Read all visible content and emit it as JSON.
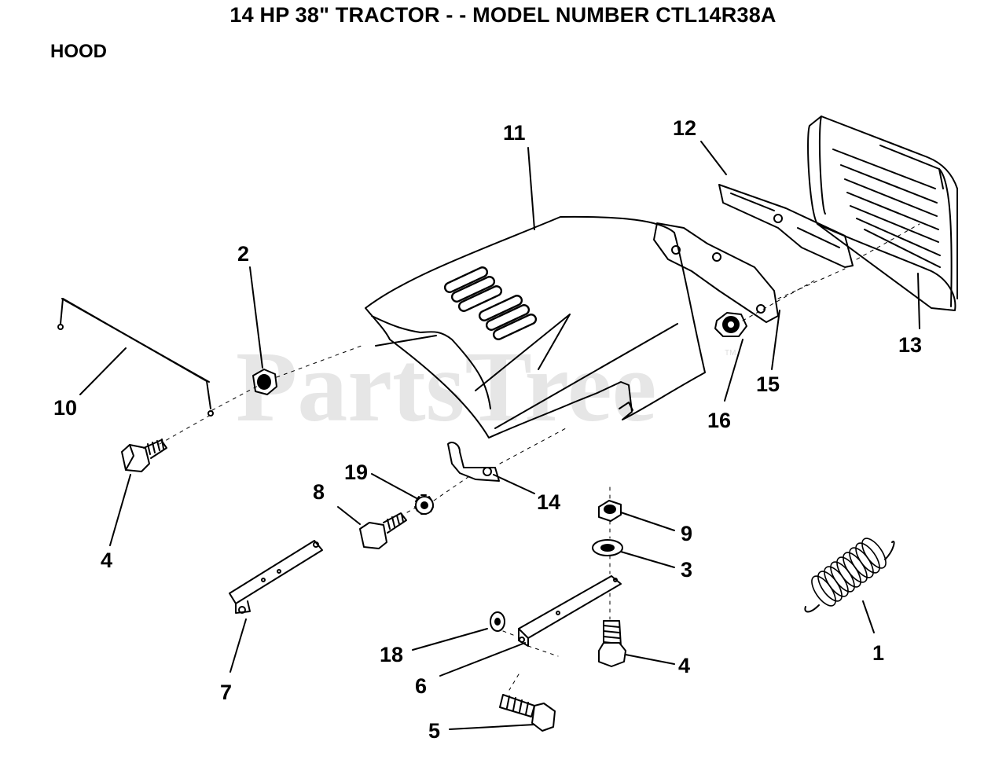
{
  "header": {
    "title": "14 HP 38\" TRACTOR - - MODEL NUMBER CTL14R38A",
    "section": "HOOD"
  },
  "watermark": {
    "text": "PartsTree",
    "tm": "TM"
  },
  "callouts": [
    {
      "number": "1",
      "part": "spring-icon"
    },
    {
      "number": "2",
      "part": "nut-icon"
    },
    {
      "number": "3",
      "part": "washer-icon"
    },
    {
      "number": "4",
      "part": "bolt-icon"
    },
    {
      "number": "4",
      "part": "bolt-icon"
    },
    {
      "number": "5",
      "part": "bolt-icon"
    },
    {
      "number": "6",
      "part": "bracket-icon"
    },
    {
      "number": "7",
      "part": "bracket-icon"
    },
    {
      "number": "8",
      "part": "bolt-icon"
    },
    {
      "number": "9",
      "part": "nut-icon"
    },
    {
      "number": "10",
      "part": "rod-icon"
    },
    {
      "number": "11",
      "part": "hood-icon"
    },
    {
      "number": "12",
      "part": "bracket-icon"
    },
    {
      "number": "13",
      "part": "grille-icon"
    },
    {
      "number": "14",
      "part": "clip-icon"
    },
    {
      "number": "15",
      "part": "bracket-icon"
    },
    {
      "number": "16",
      "part": "nut-icon"
    },
    {
      "number": "18",
      "part": "washer-icon"
    },
    {
      "number": "19",
      "part": "lockwasher-icon"
    }
  ],
  "colors": {
    "ink": "#000000",
    "paper": "#ffffff",
    "watermark": "#e6e6e6"
  }
}
